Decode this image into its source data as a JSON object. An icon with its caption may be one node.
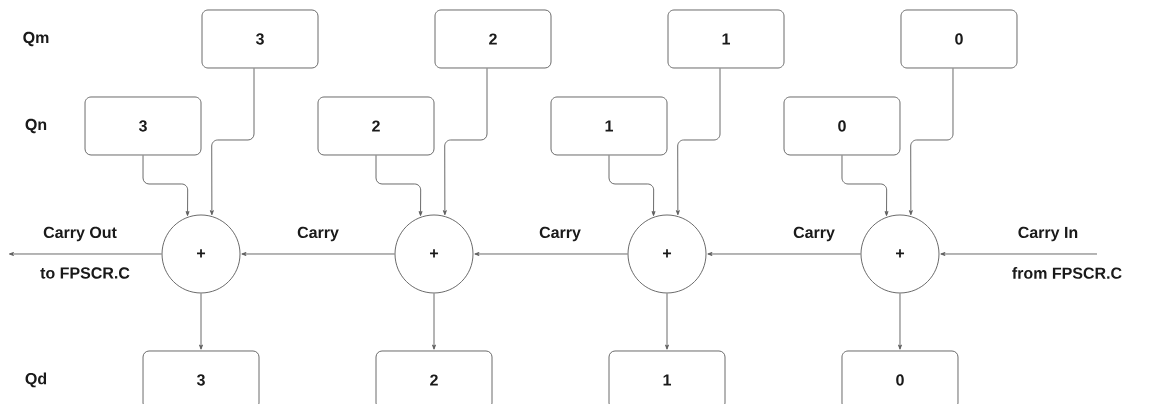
{
  "diagram": {
    "nodes": [
      {
        "text": [
          "3"
        ]
      },
      {
        "text": [
          "2"
        ]
      },
      {
        "text": [
          "1"
        ]
      },
      {
        "text": [
          "0"
        ]
      },
      {
        "text": [
          "3"
        ]
      },
      {
        "text": [
          "2"
        ]
      },
      {
        "text": [
          "1"
        ]
      },
      {
        "text": [
          "0"
        ]
      },
      {
        "text": [
          "+"
        ]
      },
      {
        "text": [
          "+"
        ]
      },
      {
        "text": [
          "+"
        ]
      },
      {
        "text": [
          "+"
        ]
      },
      {
        "text": [
          "3"
        ]
      },
      {
        "text": [
          "2"
        ]
      },
      {
        "text": [
          "1"
        ]
      },
      {
        "text": [
          "0"
        ]
      }
    ],
    "edges": [
      {
        "from": 0,
        "to": 8,
        "arrow": "to"
      },
      {
        "from": 4,
        "to": 8,
        "arrow": "to"
      },
      {
        "from": 1,
        "to": 9,
        "arrow": "to"
      },
      {
        "from": 5,
        "to": 9,
        "arrow": "to"
      },
      {
        "from": 2,
        "to": 10,
        "arrow": "to"
      },
      {
        "from": 6,
        "to": 10,
        "arrow": "to"
      },
      {
        "from": 3,
        "to": 11,
        "arrow": "to"
      },
      {
        "from": 7,
        "to": 11,
        "arrow": "to"
      },
      {
        "from": 8,
        "to": null,
        "label": "Carry Out",
        "arrow": "to"
      },
      {
        "from": 9,
        "to": 8,
        "label": "Carry",
        "arrow": "to"
      },
      {
        "from": 10,
        "to": 9,
        "label": "Carry",
        "arrow": "to"
      },
      {
        "from": 11,
        "to": 10,
        "label": "Carry",
        "arrow": "to"
      },
      {
        "from": null,
        "to": 11,
        "label": "Carry In",
        "arrow": "to"
      },
      {
        "from": 8,
        "to": 12,
        "arrow": "to"
      },
      {
        "from": 9,
        "to": 13,
        "arrow": "to"
      },
      {
        "from": 10,
        "to": 14,
        "arrow": "to"
      },
      {
        "from": 11,
        "to": 15,
        "arrow": "to"
      }
    ],
    "labels": [
      "Qm",
      "Qn",
      "to FPSCR.C",
      "from FPSCR.C",
      "Qd"
    ]
  }
}
